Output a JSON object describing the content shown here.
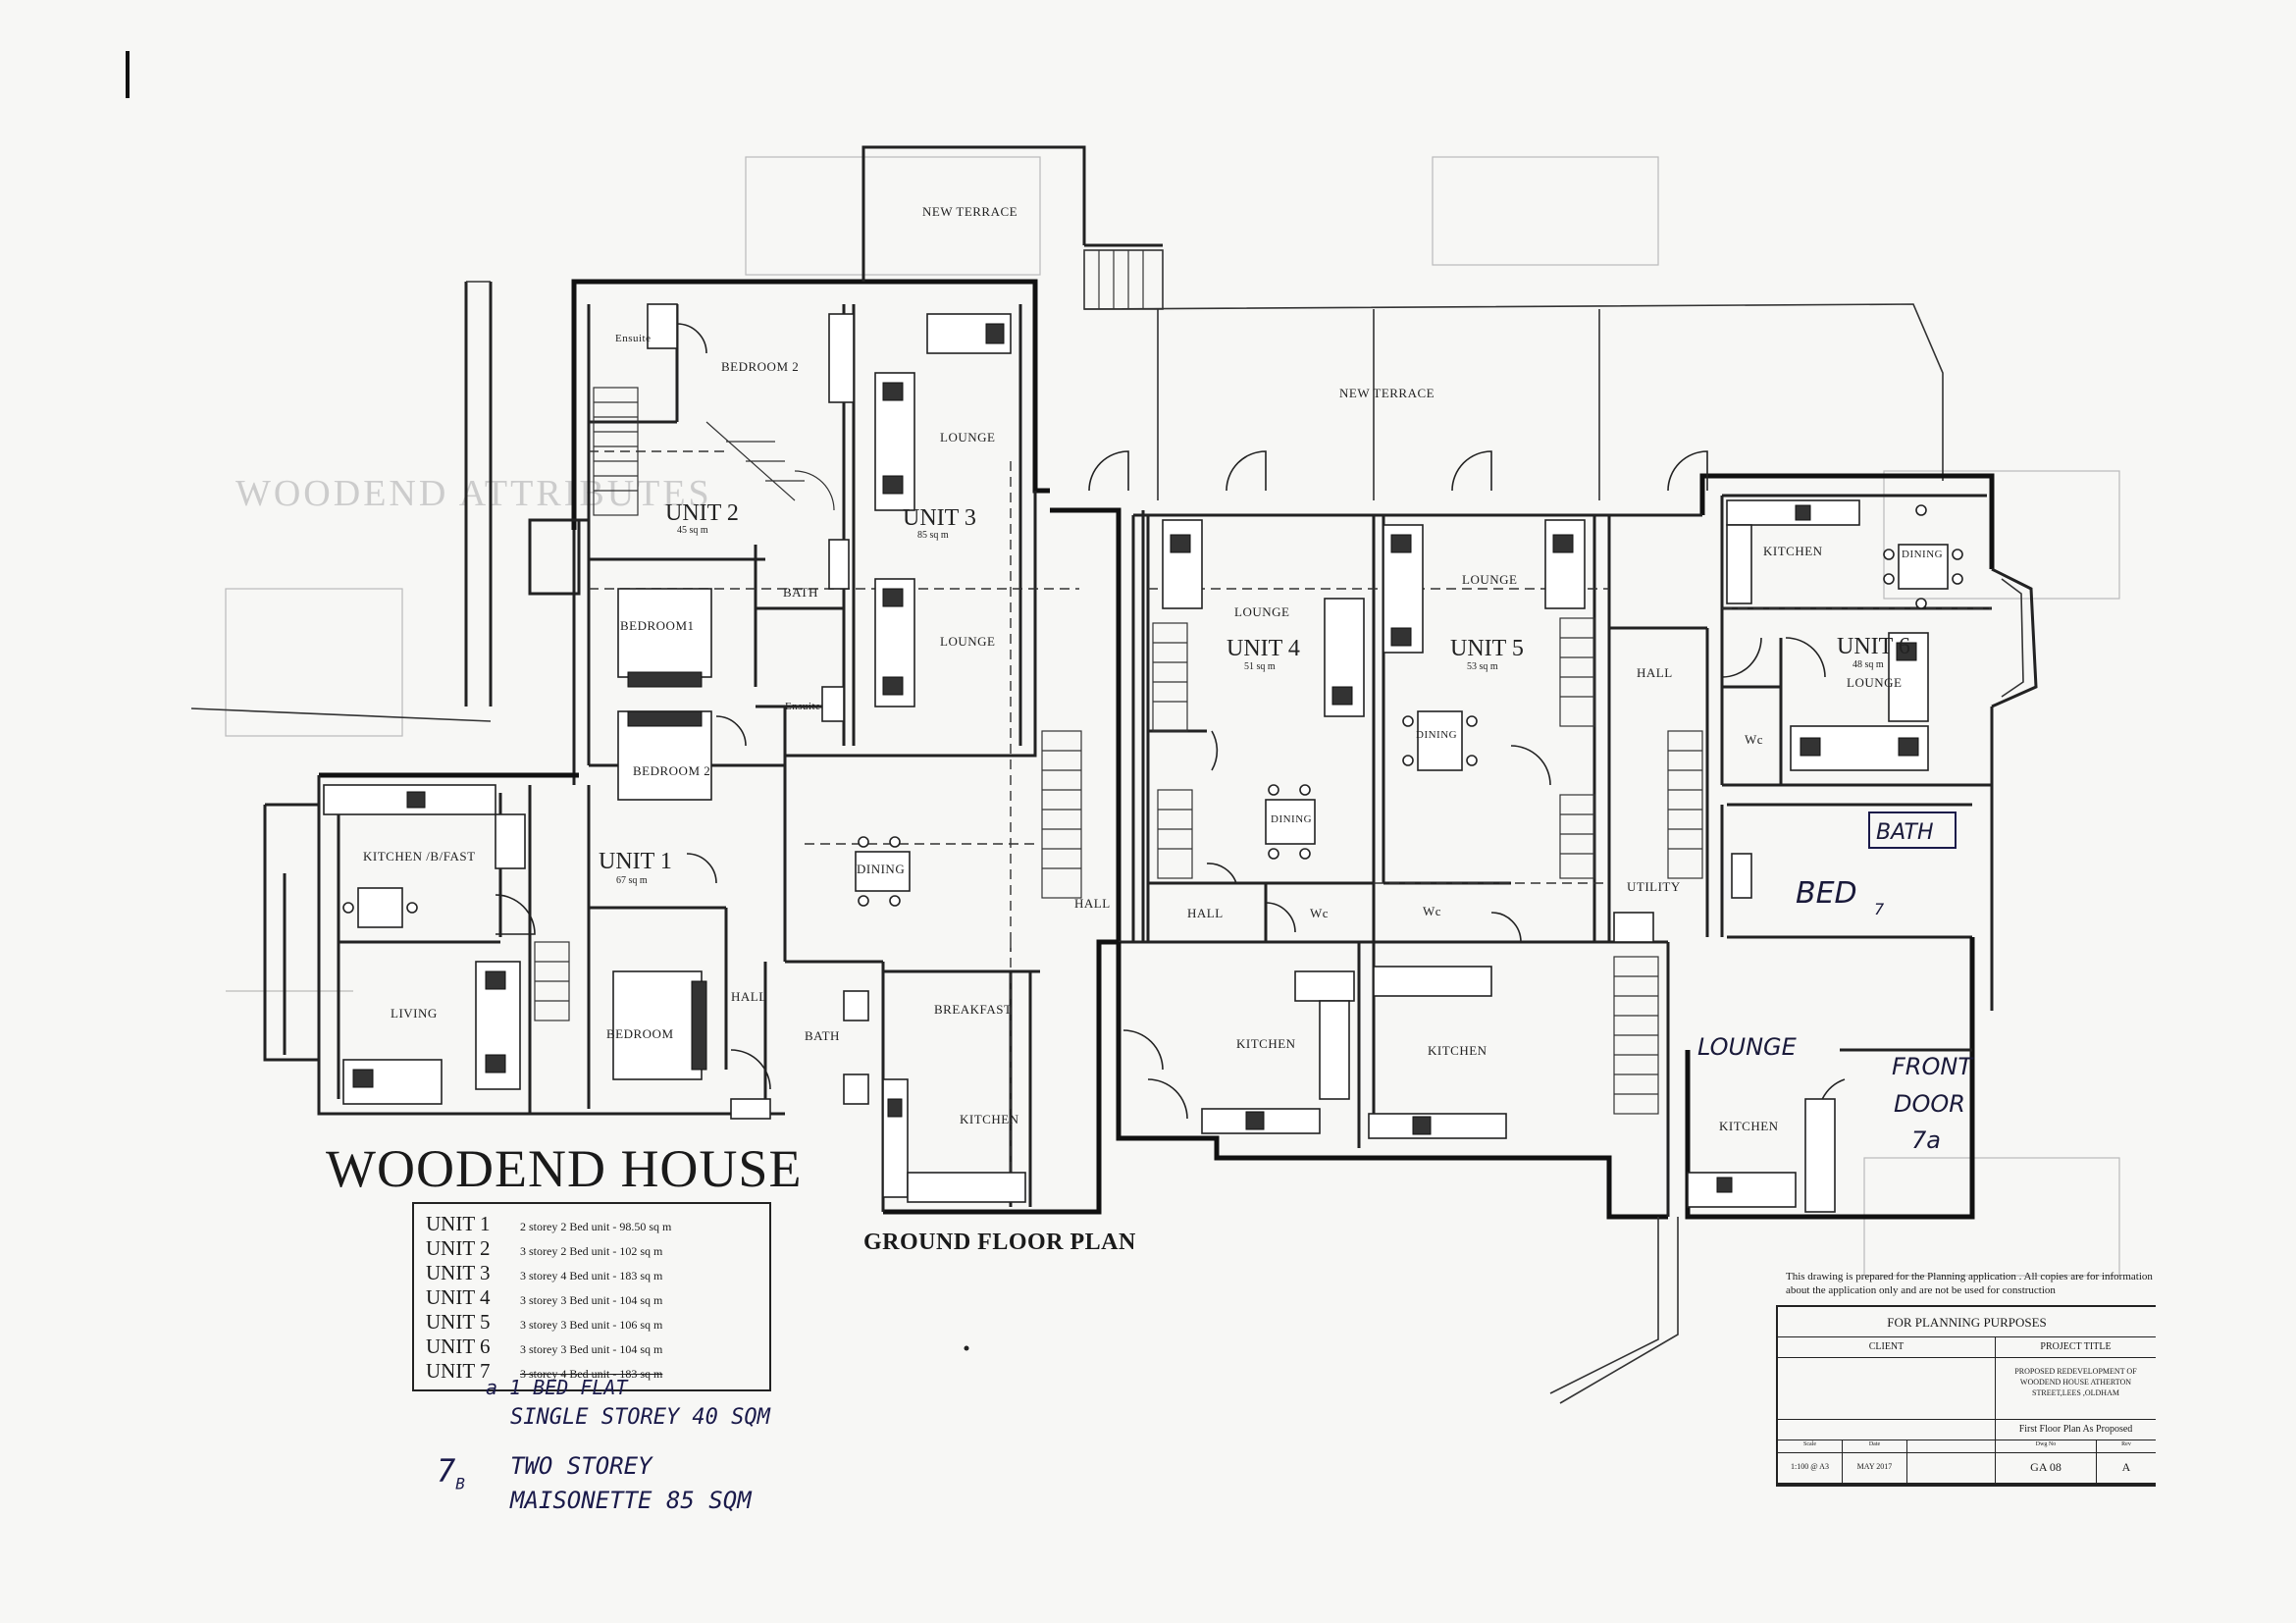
{
  "rooms": {
    "new_terrace_top": "NEW TERRACE",
    "new_terrace_right": "NEW TERRACE",
    "ensuite_1": "Ensuite",
    "bedroom2_u2": "BEDROOM 2",
    "lounge_u3_a": "LOUNGE",
    "lounge_u3_b": "LOUNGE",
    "bath_u2": "BATH",
    "bedroom1_u2": "BEDROOM1",
    "ensuite_2": "Ensuite",
    "bedroom2_u1": "BEDROOM 2",
    "kitchen_bfast": "KITCHEN /B/FAST",
    "living": "LIVING",
    "bedroom_u1": "BEDROOM",
    "hall_u1": "HALL",
    "bath_u1": "BATH",
    "dining_u3": "DINING",
    "breakfast": "BREAKFAST",
    "kitchen_u3": "KITCHEN",
    "hall_mid": "HALL",
    "lounge_u4": "LOUNGE",
    "dining_u4": "DINING",
    "hall_u4": "HALL",
    "wc_u4": "Wc",
    "kitchen_u4": "KITCHEN",
    "lounge_u5": "LOUNGE",
    "dining_u5": "DINING",
    "wc_u5": "Wc",
    "kitchen_u5": "KITCHEN",
    "kitchen_u6": "KITCHEN",
    "dining_u6": "DINING",
    "lounge_u6": "LOUNGE",
    "hall_u6": "HALL",
    "wc_u6": "Wc",
    "utility": "UTILITY",
    "kitchen_u7": "KITCHEN"
  },
  "units": {
    "u1": {
      "name": "UNIT 1",
      "area": "67 sq m"
    },
    "u2": {
      "name": "UNIT 2",
      "area": "45 sq m"
    },
    "u3": {
      "name": "UNIT 3",
      "area": "85 sq m"
    },
    "u4": {
      "name": "UNIT 4",
      "area": "51 sq m"
    },
    "u5": {
      "name": "UNIT 5",
      "area": "53 sq m"
    },
    "u6": {
      "name": "UNIT 6",
      "area": "48 sq m"
    }
  },
  "ghost_text": "WOODEND ATTRIBUTES",
  "handwritten_plan": {
    "bath": "BATH",
    "bed": "BED",
    "bed_number": "7",
    "lounge": "LOUNGE",
    "front_door_1": "FRONT",
    "front_door_2": "DOOR",
    "front_door_3": "7a"
  },
  "title": "WOODEND HOUSE",
  "plan_name": "GROUND FLOOR PLAN",
  "schedule": [
    {
      "unit": "UNIT 1",
      "desc": "2 storey 2 Bed unit - 98.50 sq m"
    },
    {
      "unit": "UNIT 2",
      "desc": "3 storey 2 Bed unit - 102 sq m"
    },
    {
      "unit": "UNIT 3",
      "desc": "3 storey 4 Bed unit - 183 sq m"
    },
    {
      "unit": "UNIT 4",
      "desc": "3 storey 3 Bed unit - 104 sq m"
    },
    {
      "unit": "UNIT 5",
      "desc": "3 storey 3 Bed unit - 106 sq m"
    },
    {
      "unit": "UNIT 6",
      "desc": "3 storey 3 Bed unit - 104 sq m"
    },
    {
      "unit": "UNIT 7",
      "desc": "3 storey 4 Bed unit - 183 sq m"
    }
  ],
  "notes": {
    "n1": "a 1 BED FLAT",
    "n2": "SINGLE STOREY 40 SQM",
    "n3_prefix": "7",
    "n3_sub": "B",
    "n3": "TWO STOREY",
    "n4": "MAISONETTE 85 SQM"
  },
  "title_block": {
    "disclaimer": "This drawing is prepared for the Planning application . All copies are for information about the application only and are not be used for construction",
    "for_planning": "FOR PLANNING PURPOSES",
    "client_label": "CLIENT",
    "project_label": "PROJECT TITLE",
    "project_title": "PROPOSED REDEVELOPMENT OF WOODEND HOUSE ATHERTON STREET,LEES ,OLDHAM",
    "drawing_title": "First Floor Plan As Proposed",
    "scale_label": "Scale",
    "date_label": "Date",
    "dwg_label": "Dwg No",
    "rev_label": "Rev",
    "scale": "1:100 @ A3",
    "date": "MAY 2017",
    "drawing_no": "GA 08",
    "revision": "A"
  }
}
